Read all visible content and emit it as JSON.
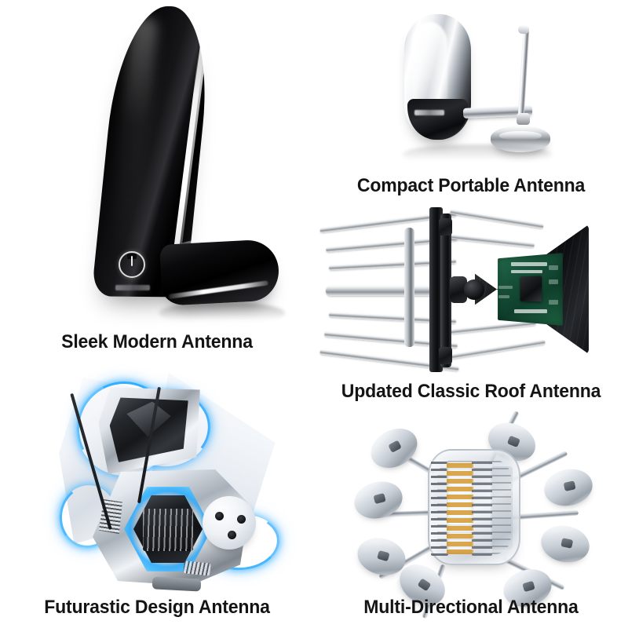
{
  "page": {
    "background_color": "#ffffff",
    "caption_color": "#141414",
    "layout": "collage-2-columns-5-products"
  },
  "products": [
    {
      "id": "sleek",
      "caption": "Sleek Modern Antenna",
      "description": "Glossy black curved vertical indoor antenna with chrome stripe and angled base foot",
      "colors": {
        "body": "#0a0a0c",
        "highlight": "#ffffff",
        "stripe": "#f2f2f2"
      },
      "icons": [
        "power-icon"
      ]
    },
    {
      "id": "portable",
      "caption": "Compact Portable Antenna",
      "description": "Chrome mirror-finish rounded panel with telescoping rod antenna on a round puck base",
      "colors": {
        "chrome_light": "#ffffff",
        "chrome_mid": "#c9cdd3",
        "chrome_dark": "#1b1d20"
      }
    },
    {
      "id": "roof",
      "caption": "Updated Classic Roof Antenna",
      "description": "Yagi-style roof antenna with black mast, metal cross-element rods and a fan reflector exposing a green circuit board",
      "colors": {
        "mast": "#17191c",
        "rods": "#d3d7db",
        "pcb_green": "#17523a",
        "chip": "#15171a"
      }
    },
    {
      "id": "future",
      "caption": "Futurastic Design Antenna",
      "description": "Angular silver and white sci-fi styled device with glowing cyan blue accent lighting and a hexagonal illuminated vent",
      "colors": {
        "shell": "#eef1f5",
        "dark": "#1b1e22",
        "glow_blue": "#28a5ff",
        "glow_blue_soft": "#46b9ff"
      }
    },
    {
      "id": "multi",
      "caption": "Multi-Directional Antenna",
      "description": "Transparent rounded core with stacked gold internal elements surrounded by eight radiating arms ending in silver dishes",
      "colors": {
        "shell": "#f6f8fa",
        "gold": "#d9a84e",
        "metal": "#9aa2ab"
      },
      "dish_count": 8
    }
  ]
}
